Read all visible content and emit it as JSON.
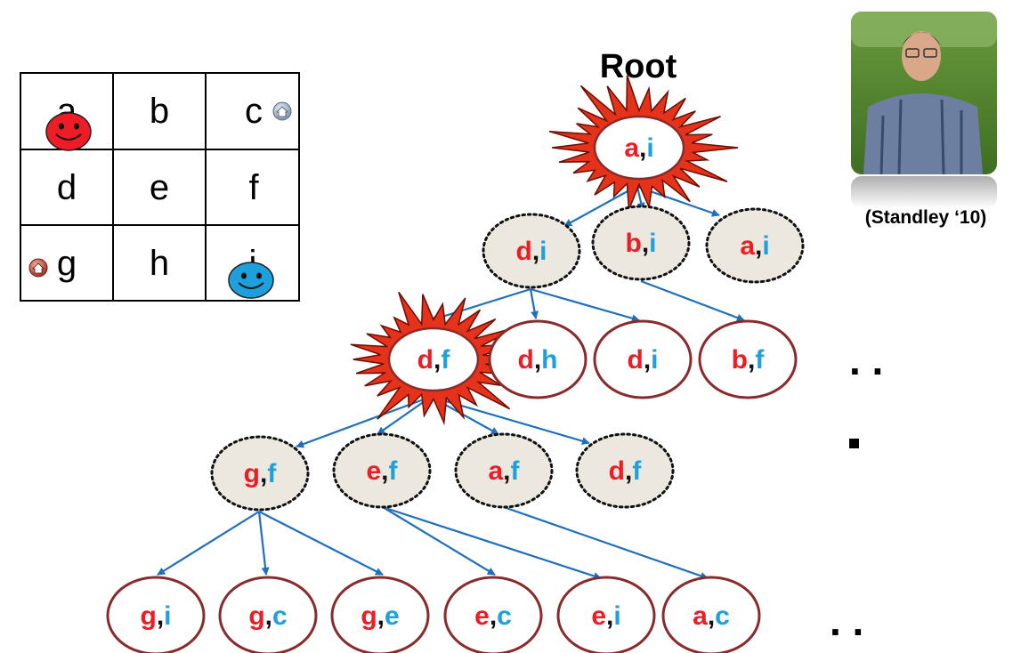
{
  "colors": {
    "agent_a": "#ee1c24",
    "agent_b": "#1ea0dc",
    "edge": "#1f6fbf",
    "node_border": "#8b2a2a",
    "expanded_node_fill": "#ece8df",
    "burst_fill": "#e4321b",
    "burst_stroke": "#6b0d00"
  },
  "grid": {
    "cells": [
      "a",
      "b",
      "c",
      "d",
      "e",
      "f",
      "g",
      "h",
      "i"
    ],
    "agent_a_icon": "red-smiley-icon",
    "agent_b_icon": "blue-smiley-icon",
    "goal_icons": [
      "home-icon",
      "home-icon"
    ]
  },
  "root_label": "Root",
  "credit": "(Standley ‘10)",
  "photo_icon": "person-photo",
  "ellipsis": ". .",
  "tree": {
    "nodes": [
      {
        "id": "n0",
        "a": "a",
        "b": "i",
        "style": "burst"
      },
      {
        "id": "n1",
        "a": "d",
        "b": "i",
        "style": "dotted"
      },
      {
        "id": "n2",
        "a": "b",
        "b": "i",
        "style": "dotted"
      },
      {
        "id": "n3",
        "a": "a",
        "b": "i",
        "style": "dotted"
      },
      {
        "id": "n4",
        "a": "d",
        "b": "f",
        "style": "burst"
      },
      {
        "id": "n5",
        "a": "d",
        "b": "h",
        "style": "solid"
      },
      {
        "id": "n6",
        "a": "d",
        "b": "i",
        "style": "solid"
      },
      {
        "id": "n7",
        "a": "b",
        "b": "f",
        "style": "solid"
      },
      {
        "id": "n8",
        "a": "g",
        "b": "f",
        "style": "dotted"
      },
      {
        "id": "n9",
        "a": "e",
        "b": "f",
        "style": "dotted"
      },
      {
        "id": "n10",
        "a": "a",
        "b": "f",
        "style": "dotted"
      },
      {
        "id": "n11",
        "a": "d",
        "b": "f",
        "style": "dotted"
      },
      {
        "id": "n12",
        "a": "g",
        "b": "i",
        "style": "solid"
      },
      {
        "id": "n13",
        "a": "g",
        "b": "c",
        "style": "solid"
      },
      {
        "id": "n14",
        "a": "g",
        "b": "e",
        "style": "solid"
      },
      {
        "id": "n15",
        "a": "e",
        "b": "c",
        "style": "solid"
      },
      {
        "id": "n16",
        "a": "e",
        "b": "i",
        "style": "solid"
      },
      {
        "id": "n17",
        "a": "a",
        "b": "c",
        "style": "solid"
      }
    ],
    "edges": [
      [
        "n0",
        "n1"
      ],
      [
        "n0",
        "n2"
      ],
      [
        "n0",
        "n3"
      ],
      [
        "n1",
        "n4"
      ],
      [
        "n1",
        "n5"
      ],
      [
        "n1",
        "n6"
      ],
      [
        "n2",
        "n7"
      ],
      [
        "n4",
        "n8"
      ],
      [
        "n4",
        "n9"
      ],
      [
        "n4",
        "n10"
      ],
      [
        "n4",
        "n11"
      ],
      [
        "n8",
        "n12"
      ],
      [
        "n8",
        "n13"
      ],
      [
        "n8",
        "n14"
      ],
      [
        "n9",
        "n15"
      ],
      [
        "n9",
        "n16"
      ],
      [
        "n10",
        "n17"
      ]
    ]
  }
}
